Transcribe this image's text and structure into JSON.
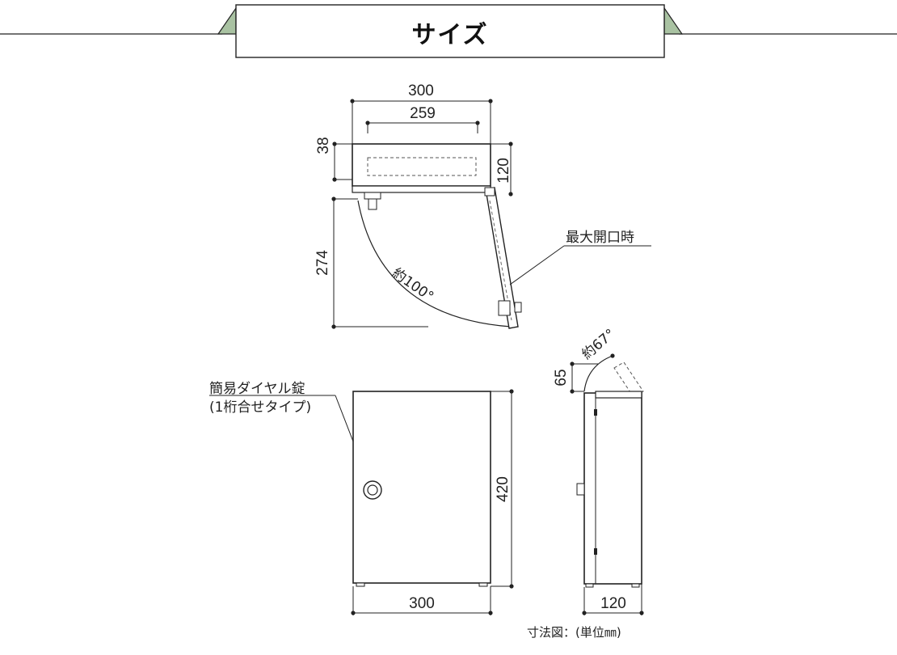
{
  "header": {
    "title": "サイズ",
    "accent_color": "#a9c2a2"
  },
  "top_view": {
    "width_outer": "300",
    "width_slot": "259",
    "slot_depth": "38",
    "depth": "120",
    "swing_length": "274",
    "open_angle": "約100°",
    "max_open_label": "最大開口時"
  },
  "front_view": {
    "lock_label_line1": "簡易ダイヤル錠",
    "lock_label_line2": "(1桁合せタイプ)",
    "height": "420",
    "width": "300"
  },
  "side_view": {
    "lid_angle": "約67°",
    "lid_height": "65",
    "depth": "120"
  },
  "footer": {
    "unit_note": "寸法図：(単位㎜)"
  }
}
